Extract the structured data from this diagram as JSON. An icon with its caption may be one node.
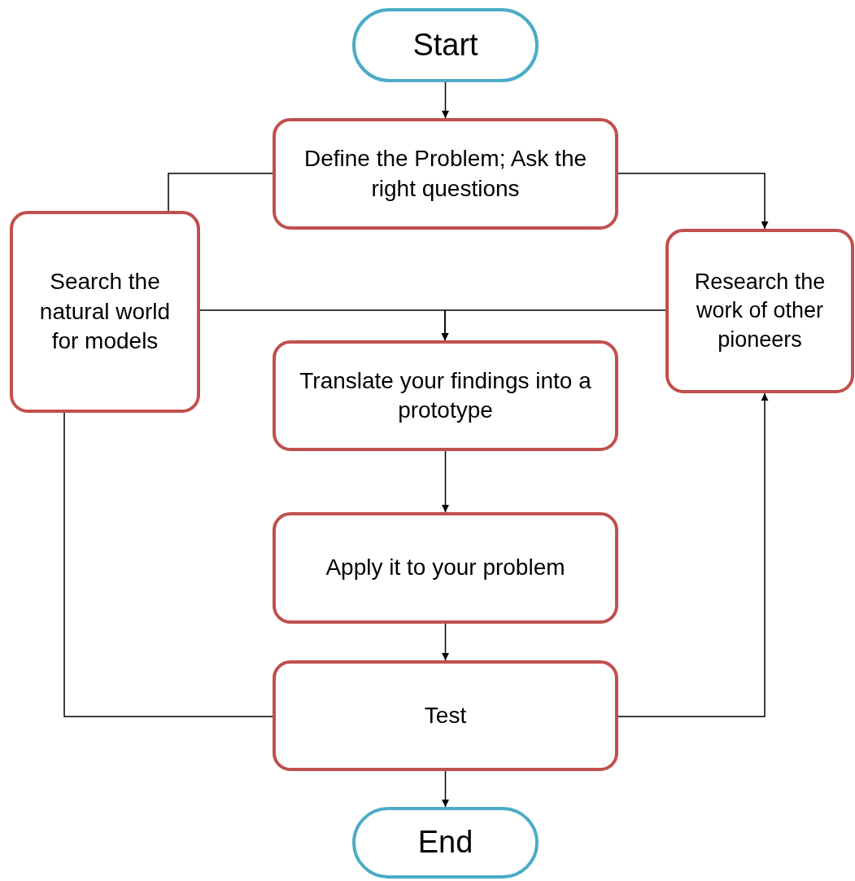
{
  "diagram": {
    "nodes": [
      {
        "text": [
          "Start"
        ]
      },
      {
        "text": [
          "Define the Problem; Ask the right questions"
        ]
      },
      {
        "text": [
          "Search the natural world for models"
        ]
      },
      {
        "text": [
          "Research the work of other pioneers"
        ]
      },
      {
        "text": [
          "Translate your findings into a prototype"
        ]
      },
      {
        "text": [
          "Apply it to your problem"
        ]
      },
      {
        "text": [
          "Test"
        ]
      },
      {
        "text": [
          "End"
        ]
      }
    ],
    "edges": [
      {
        "from": 0,
        "to": 1,
        "arrow": "to"
      },
      {
        "from": 1,
        "to": 2,
        "arrow": "none"
      },
      {
        "from": 1,
        "to": 3,
        "arrow": "to"
      },
      {
        "from": 2,
        "to": 4,
        "arrow": "to"
      },
      {
        "from": 3,
        "to": 4,
        "arrow": "to"
      },
      {
        "from": 4,
        "to": 5,
        "arrow": "to"
      },
      {
        "from": 5,
        "to": 6,
        "arrow": "to"
      },
      {
        "from": 6,
        "to": 7,
        "arrow": "to"
      },
      {
        "from": 2,
        "to": 6,
        "arrow": "none"
      },
      {
        "from": 6,
        "to": 3,
        "arrow": "to"
      }
    ]
  }
}
